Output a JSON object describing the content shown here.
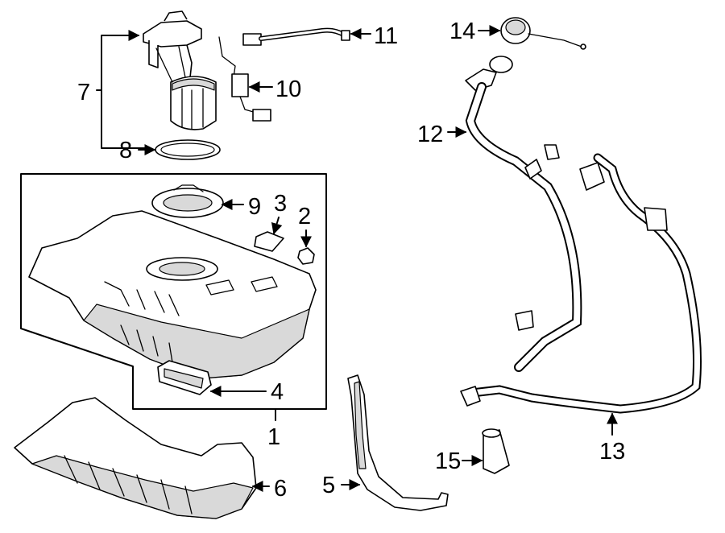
{
  "callouts": {
    "c1": "1",
    "c2": "2",
    "c3": "3",
    "c4": "4",
    "c5": "5",
    "c6": "6",
    "c7": "7",
    "c8": "8",
    "c9": "9",
    "c10": "10",
    "c11": "11",
    "c12": "12",
    "c13": "13",
    "c14": "14",
    "c15": "15"
  },
  "colors": {
    "line": "#000000",
    "background": "#ffffff",
    "shade": "#d9d9d9"
  }
}
